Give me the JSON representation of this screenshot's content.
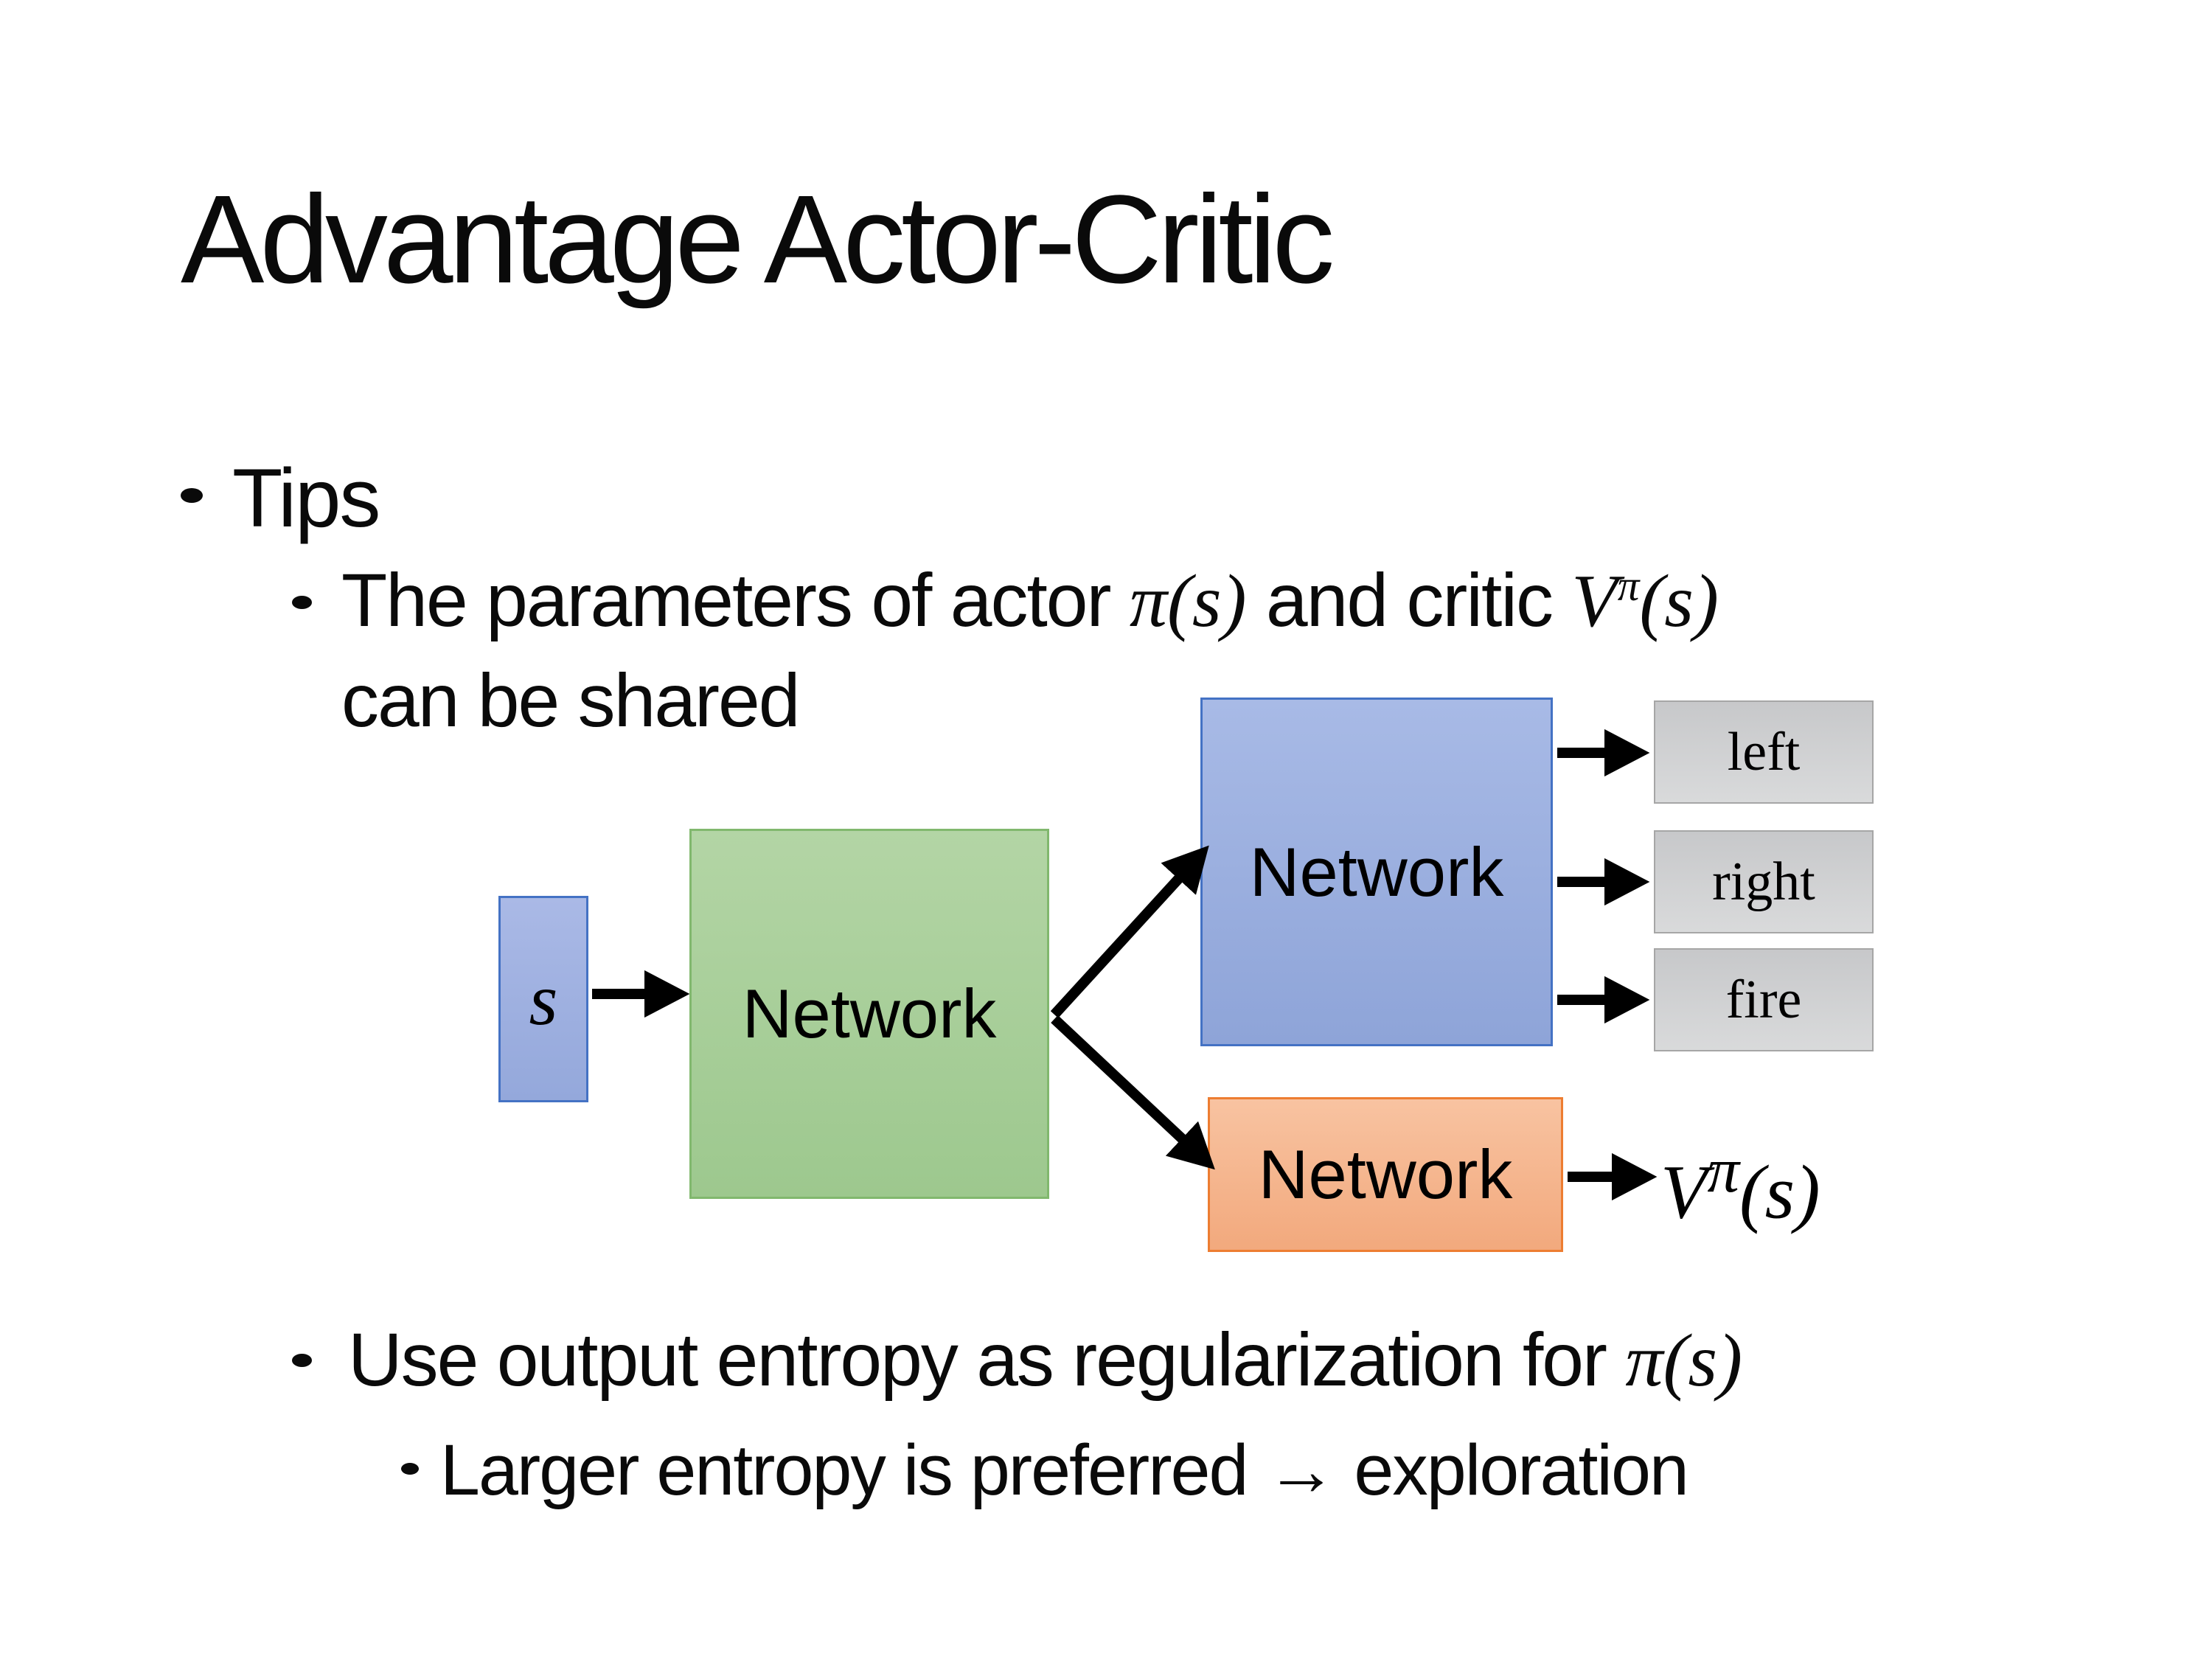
{
  "slide": {
    "title": "Advantage Actor-Critic"
  },
  "bullets": {
    "tips": "Tips",
    "param_line": {
      "pre": "The parameters of actor ",
      "pi": "π(s)",
      "mid": "  and critic ",
      "v_base": "V",
      "v_sup": "π",
      "v_arg": "(s)",
      "line2": "can be shared"
    },
    "entropy_line": {
      "pre": "Use output entropy as regularization for ",
      "pi": "π(s)"
    },
    "larger_line": "Larger entropy is preferred → exploration"
  },
  "diagram": {
    "input_label": "s",
    "shared_network_label": "Network",
    "actor_network_label": "Network",
    "critic_network_label": "Network",
    "actions": [
      "left",
      "right",
      "fire"
    ],
    "value_output": {
      "base": "V",
      "sup": "π",
      "arg": "(s)"
    },
    "colors": {
      "blue_border": "#4472c4",
      "green_border": "#81b86e",
      "orange_border": "#ed7d31",
      "action_border": "#a6a6a6",
      "input_fill_top": "#aab9e6",
      "input_fill_bot": "#94a8db",
      "shared_fill_top": "#b3d5a5",
      "shared_fill_bot": "#9dc88e",
      "actor_fill_top": "#a8bae6",
      "actor_fill_bot": "#8ea4d8",
      "critic_fill_top": "#f8c3a1",
      "critic_fill_bot": "#f2a97d",
      "action_fill_top": "#c7c8ca",
      "action_fill_bot": "#d9dadb",
      "arrow_color": "#000000"
    }
  }
}
